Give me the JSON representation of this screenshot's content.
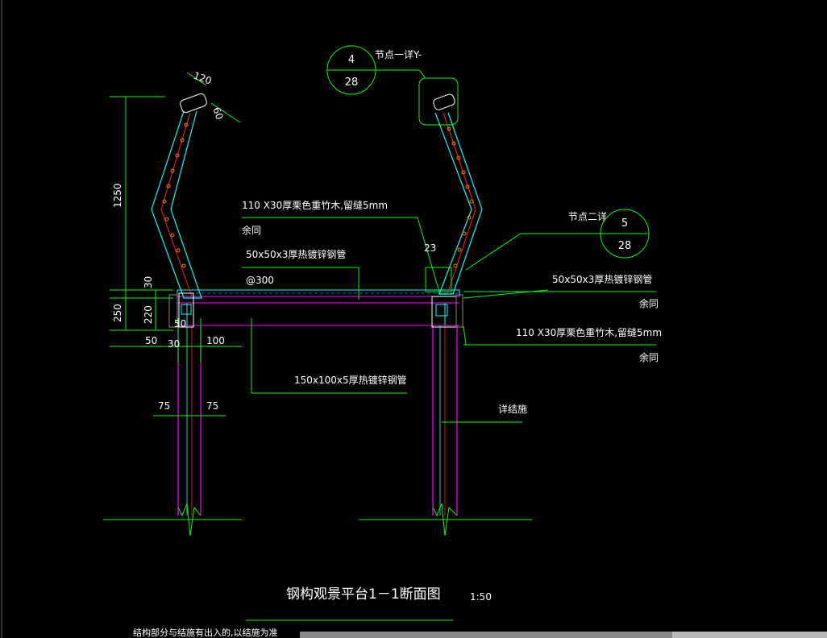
{
  "drawing": {
    "title": "钢构观景平台1－1断面图",
    "scale": "1:50",
    "footnote": "结构部分与结施有出入的,以结施为准",
    "node1": {
      "label": "节点一详Y-",
      "num": "4",
      "sheet": "28"
    },
    "node2": {
      "label": "节点二详",
      "num": "5",
      "sheet": "28"
    },
    "dims": {
      "d120": "120",
      "d60": "60",
      "d1250": "1250",
      "d30": "30",
      "d250": "250",
      "d220": "220",
      "d50a": "50",
      "d50b": "50",
      "d30b": "30",
      "d100": "100",
      "d75a": "75",
      "d75b": "75",
      "d23": "23"
    },
    "notes": {
      "deck": "110 X30厚栗色重竹木,留缝5mm",
      "deck_same": "余同",
      "joist": "50x50x3厚热镀锌钢管",
      "joist_spacing": "@300",
      "right_joist": "50x50x3厚热镀锌钢管",
      "right_joist_same": "余同",
      "right_deck": "110 X30厚栗色重竹木,留缝5mm",
      "right_deck_same": "余同",
      "beam": "150x100x5厚热镀锌钢管",
      "see_struct": "详结施"
    }
  },
  "colors": {
    "background": "#000000",
    "leader": "#00ff00",
    "structure": "#ff00ff",
    "panel": "#00ffff",
    "rebar": "#ff2020",
    "hatch": "#ffff00",
    "text": "#ffffff"
  }
}
